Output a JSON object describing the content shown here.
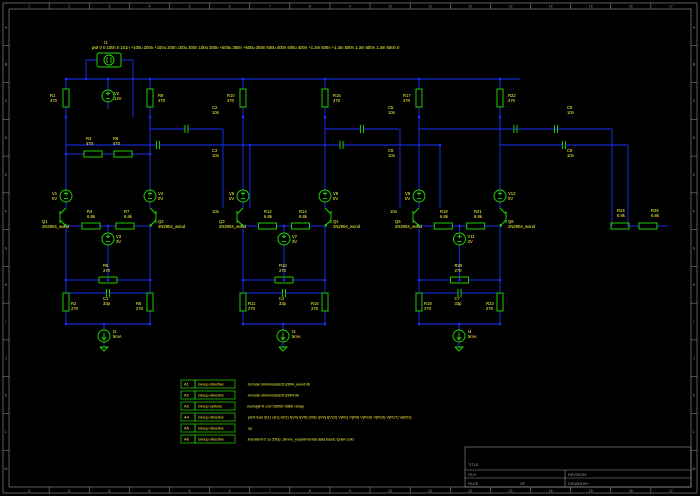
{
  "frame": {
    "col_labels": [
      "1",
      "2",
      "3",
      "4",
      "5",
      "6",
      "7",
      "8",
      "9",
      "10",
      "11",
      "12",
      "13",
      "14",
      "15",
      "16",
      "17"
    ],
    "row_labels": [
      "A",
      "B",
      "C",
      "D",
      "E",
      "F",
      "G",
      "H",
      "I",
      "J",
      "K",
      "L",
      "M"
    ]
  },
  "source": {
    "name": "I1",
    "value": "pwl 0 0 100n 0 101n +100u 200n +100u 200n 100u 300n 100u 300n +500u 350n +500u 350n 500u 400n 500u 400n +1.3m 500n +1.3m 500n 1.3m 600n 1.3m 650n 0"
  },
  "supply": {
    "name": "V2",
    "value": "12V"
  },
  "stages": [
    {
      "r_left": {
        "name": "R1",
        "value": "470"
      },
      "r_right": {
        "name": "R9",
        "value": "470"
      },
      "r_mid_a": {
        "name": "R3",
        "value": "470"
      },
      "r_mid_b": {
        "name": "R6",
        "value": "470"
      },
      "v_left": {
        "name": "V1",
        "value": "0V"
      },
      "v_right": {
        "name": "V4",
        "value": "0V"
      },
      "q_left": {
        "name": "Q1",
        "model": "2N2904_wond"
      },
      "q_right": {
        "name": "Q2",
        "model": "2N2904_wond"
      },
      "r_e_a": {
        "name": "R4",
        "value": "6.8k"
      },
      "r_e_b": {
        "name": "R7",
        "value": "6.8k"
      },
      "v_bias": {
        "name": "V3",
        "value": "3V"
      },
      "r_tail": {
        "name": "R5",
        "value": "270"
      },
      "r_bl": {
        "name": "R2",
        "value": "270"
      },
      "r_br": {
        "name": "R8",
        "value": "270"
      },
      "cap": {
        "name": "C1",
        "value": "33p"
      },
      "isrc": {
        "name": "I2",
        "value": "5mA"
      }
    },
    {
      "r_left": {
        "name": "R10",
        "value": "470"
      },
      "r_right": {
        "name": "R15",
        "value": "470"
      },
      "v_left": {
        "name": "V5",
        "value": "0V"
      },
      "v_right": {
        "name": "V8",
        "value": "0V"
      },
      "q_left": {
        "name": "Q3",
        "model": "2N2904_wond"
      },
      "q_right": {
        "name": "Q4",
        "model": "2N2904_wond"
      },
      "r_e_a": {
        "name": "R12",
        "value": "6.8k"
      },
      "r_e_b": {
        "name": "R14",
        "value": "6.8k"
      },
      "v_bias": {
        "name": "V7",
        "value": "3V"
      },
      "r_tail": {
        "name": "R13",
        "value": "270"
      },
      "r_bl": {
        "name": "R11",
        "value": "270"
      },
      "r_br": {
        "name": "R16",
        "value": "270"
      },
      "cap": {
        "name": "C4",
        "value": "33p"
      },
      "isrc": {
        "name": "I3",
        "value": "5mA"
      }
    },
    {
      "r_left": {
        "name": "R17",
        "value": "470"
      },
      "r_right": {
        "name": "R22",
        "value": "470"
      },
      "v_left": {
        "name": "V9",
        "value": "0V"
      },
      "v_right": {
        "name": "V12",
        "value": "0V"
      },
      "q_left": {
        "name": "Q5",
        "model": "2N2904_wond"
      },
      "q_right": {
        "name": "Q6",
        "model": "2N2904_wond"
      },
      "r_e_a": {
        "name": "R19",
        "value": "6.8k"
      },
      "r_e_b": {
        "name": "R21",
        "value": "6.8k"
      },
      "v_bias": {
        "name": "V11",
        "value": "3V"
      },
      "r_tail": {
        "name": "R20",
        "value": "270"
      },
      "r_bl": {
        "name": "R18",
        "value": "270"
      },
      "r_br": {
        "name": "R23",
        "value": "270"
      },
      "cap": {
        "name": "C7",
        "value": "33p"
      },
      "isrc": {
        "name": "I4",
        "value": "5mA"
      }
    }
  ],
  "couplers": [
    {
      "top": {
        "name": "C2",
        "value": "10n"
      },
      "bot": {
        "name": "C3",
        "value": "10n"
      }
    },
    {
      "top": {
        "name": "C5",
        "value": "10n"
      },
      "bot": {
        "name": "C6",
        "value": "10n"
      }
    },
    {
      "top": {
        "name": "C8",
        "value": "10n"
      },
      "bot": {
        "name": "C9",
        "value": "10n"
      }
    }
  ],
  "stage_side_labels": [
    "10n",
    "10n"
  ],
  "loads": [
    {
      "name": "R24",
      "value": "6.8k"
    },
    {
      "name": "R25",
      "value": "6.8k"
    }
  ],
  "directives": [
    {
      "tag": "A1",
      "kind": "Group directive",
      "text": ".include sim/models/2n2904_wond.lib"
    },
    {
      "tag": "A2",
      "kind": "Group directive",
      "text": ".include sim/models/2n2904.lib"
    },
    {
      "tag": "A3",
      "kind": "Group options",
      "text": "numdgt=9 cvs=10000 rbtbtr rstray"
    },
    {
      "tag": "A4",
      "kind": "Group directive",
      "text": ".print tran I(I1) v(I1) I(V1) I(V4) I(V5) I(V8) I(V9) I(V12) V(R1) V(R9) V(R10) V(R15) V(R17) V(R22)"
    },
    {
      "tag": "A5",
      "kind": "Group directive",
      "text": ".op"
    },
    {
      "tag": "A6",
      "kind": "Group directive",
      "text": ".transient 0 1u 250p .sim/rx_experimental.data Basic Quiet cold"
    }
  ],
  "title_block": {
    "title": "TITLE",
    "file": "FILE:",
    "revision": "REVISION:",
    "page": "PAGE",
    "of": "OF",
    "drawn_by": "DRAWN BY:"
  },
  "colors": {
    "wire": "#1a2fff",
    "part": "#22e000",
    "label": "#ffff40",
    "frame": "#9a9a9a"
  }
}
